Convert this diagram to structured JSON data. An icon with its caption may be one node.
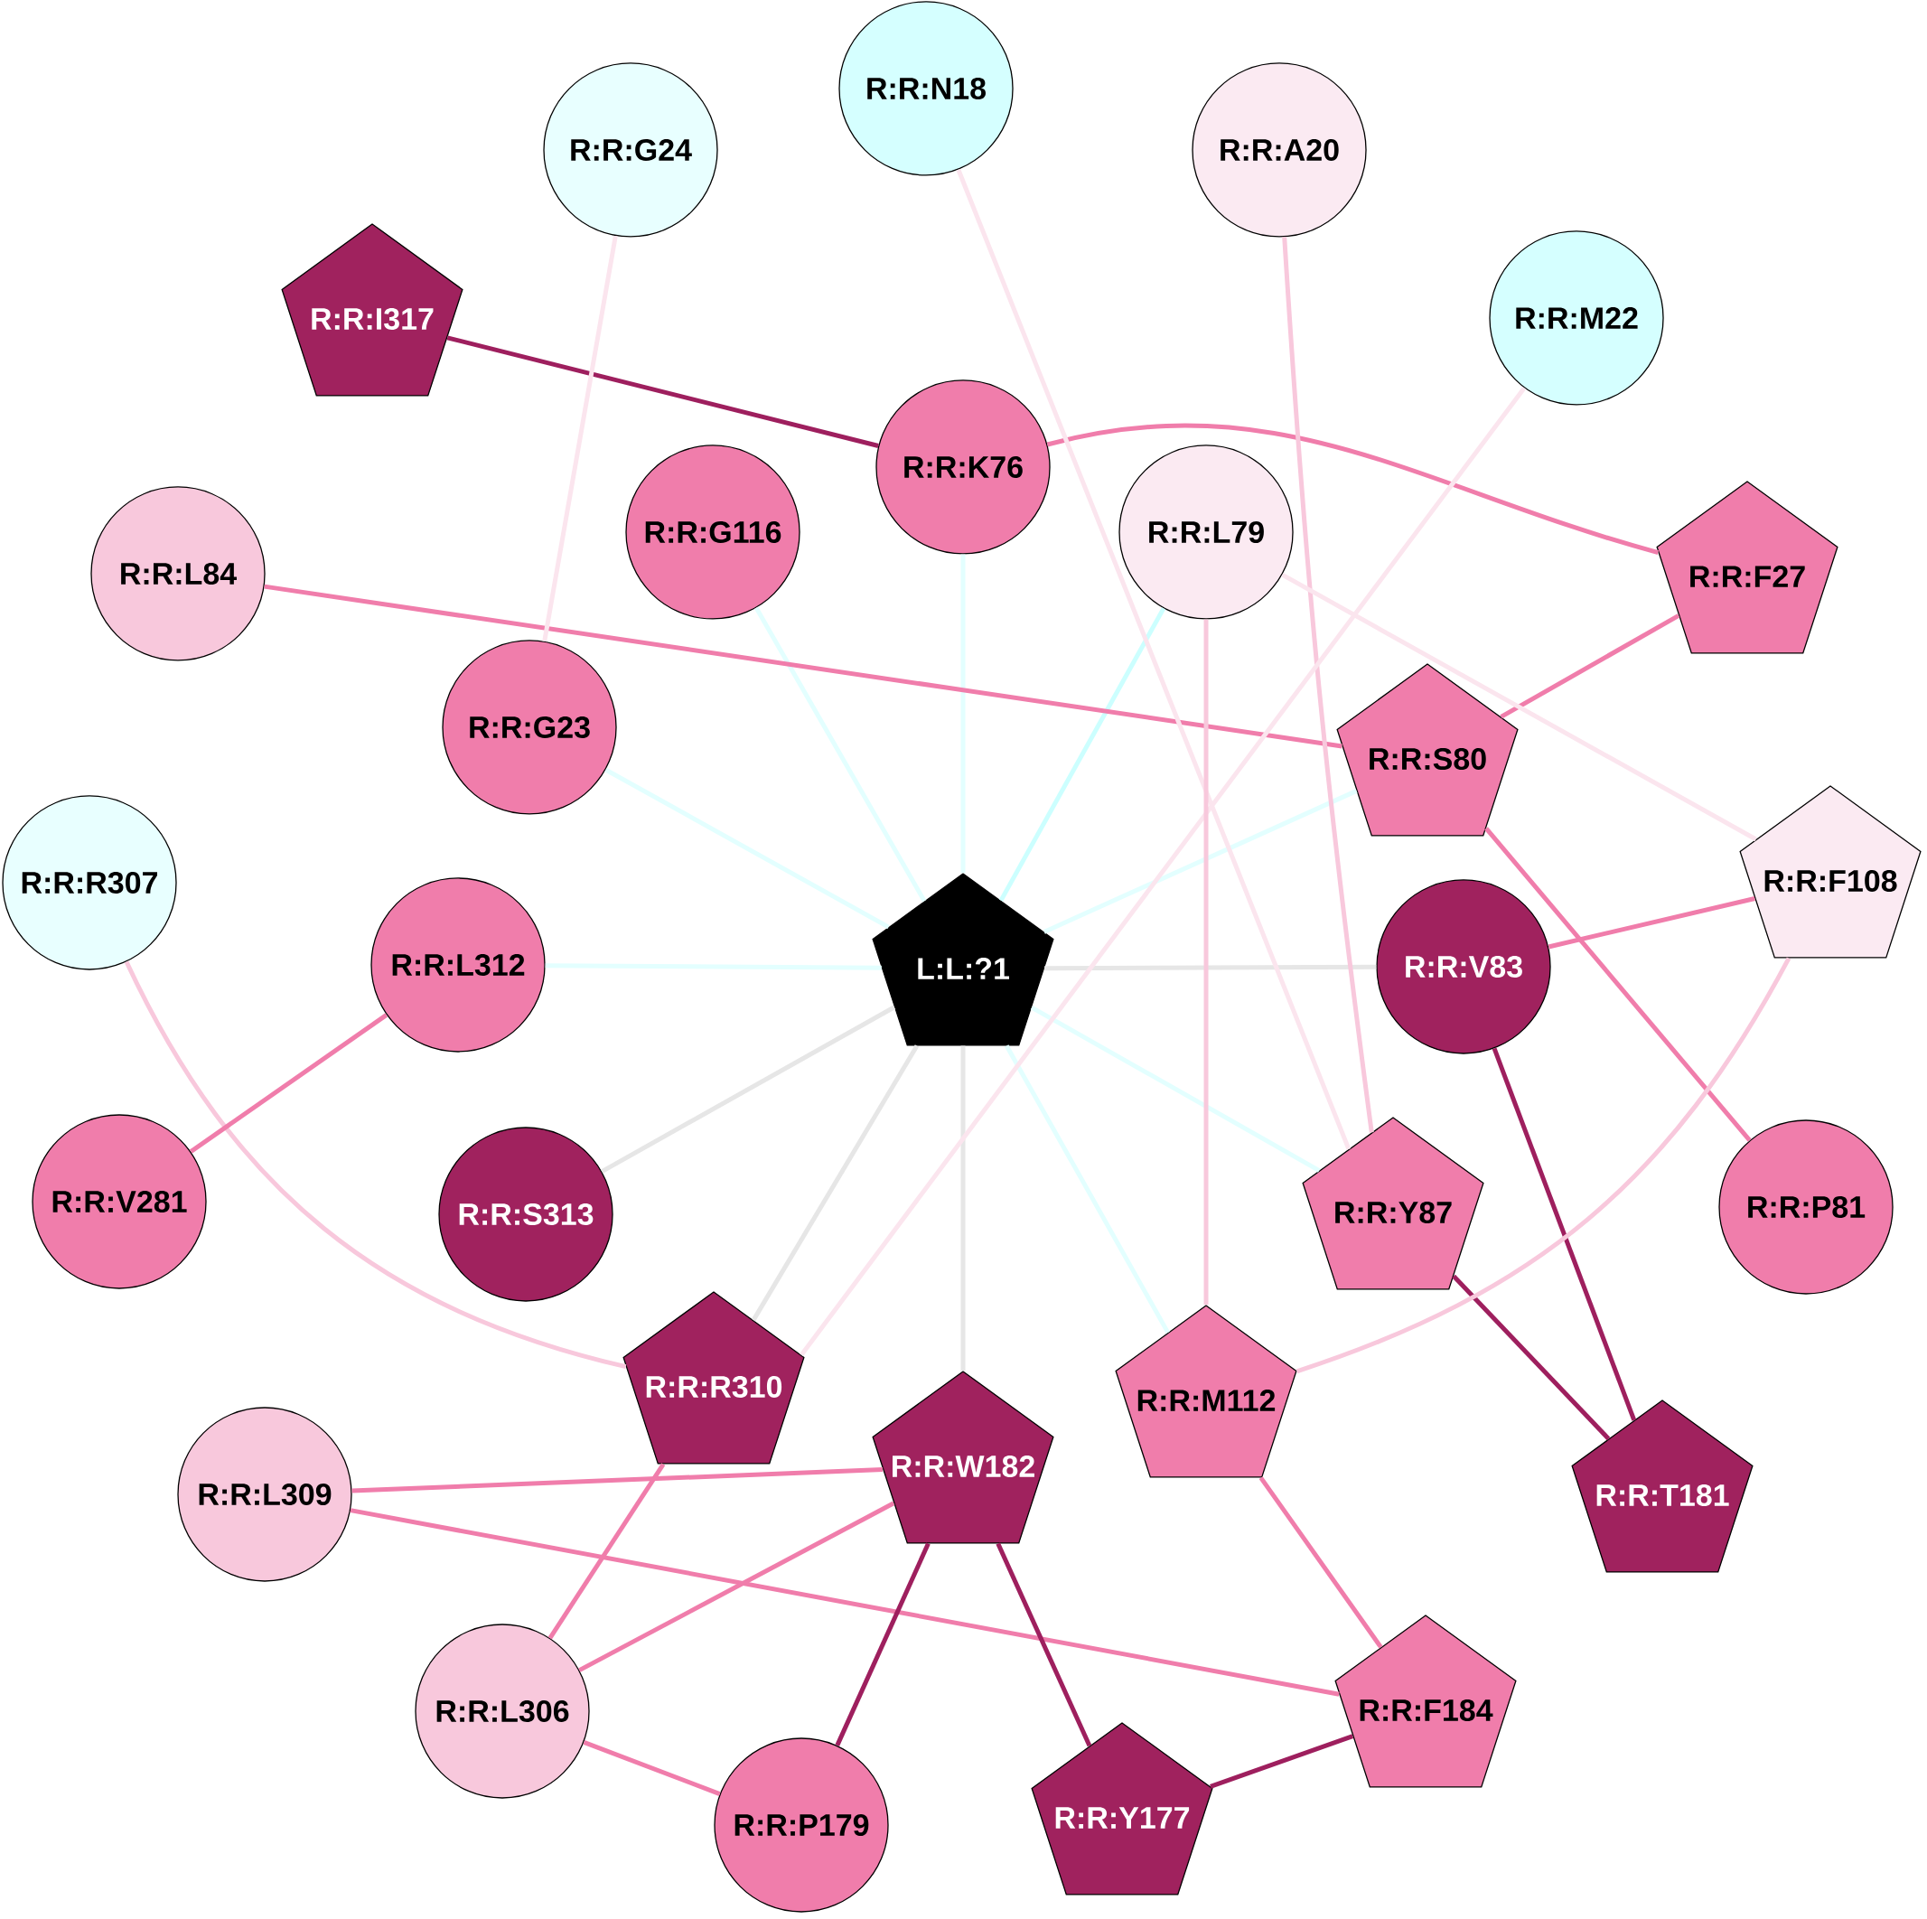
{
  "diagram": {
    "nodes": [
      {
        "text": [
          "L:L:?1"
        ]
      },
      {
        "text": [
          "R:R:N18"
        ]
      },
      {
        "text": [
          "R:R:G24"
        ]
      },
      {
        "text": [
          "R:R:A20"
        ]
      },
      {
        "text": [
          "R:R:M22"
        ]
      },
      {
        "text": [
          "R:R:I317"
        ]
      },
      {
        "text": [
          "R:R:K76"
        ]
      },
      {
        "text": [
          "R:R:G116"
        ]
      },
      {
        "text": [
          "R:R:L79"
        ]
      },
      {
        "text": [
          "R:R:L84"
        ]
      },
      {
        "text": [
          "R:R:F27"
        ]
      },
      {
        "text": [
          "R:R:G23"
        ]
      },
      {
        "text": [
          "R:R:S80"
        ]
      },
      {
        "text": [
          "R:R:R307"
        ]
      },
      {
        "text": [
          "R:R:L312"
        ]
      },
      {
        "text": [
          "R:R:V83"
        ]
      },
      {
        "text": [
          "R:R:F108"
        ]
      },
      {
        "text": [
          "R:R:V281"
        ]
      },
      {
        "text": [
          "R:R:S313"
        ]
      },
      {
        "text": [
          "R:R:Y87"
        ]
      },
      {
        "text": [
          "R:R:P81"
        ]
      },
      {
        "text": [
          "R:R:R310"
        ]
      },
      {
        "text": [
          "R:R:W182"
        ]
      },
      {
        "text": [
          "R:R:M112"
        ]
      },
      {
        "text": [
          "R:R:T181"
        ]
      },
      {
        "text": [
          "R:R:L309"
        ]
      },
      {
        "text": [
          "R:R:L306"
        ]
      },
      {
        "text": [
          "R:R:F184"
        ]
      },
      {
        "text": [
          "R:R:P179"
        ]
      },
      {
        "text": [
          "R:R:Y177"
        ]
      }
    ],
    "edges": [
      {
        "from": 0,
        "to": 6,
        "arrow": "none",
        "color": "#e3ffff"
      },
      {
        "from": 0,
        "to": 7,
        "arrow": "none",
        "color": "#e3ffff"
      },
      {
        "from": 0,
        "to": 8,
        "arrow": "none",
        "color": "#ccffff"
      },
      {
        "from": 0,
        "to": 12,
        "arrow": "none",
        "color": "#e3ffff"
      },
      {
        "from": 0,
        "to": 11,
        "arrow": "none",
        "color": "#e3ffff"
      },
      {
        "from": 0,
        "to": 14,
        "arrow": "none",
        "color": "#e3ffff"
      },
      {
        "from": 0,
        "to": 15,
        "arrow": "none",
        "color": "#e6e6e6"
      },
      {
        "from": 0,
        "to": 18,
        "arrow": "none",
        "color": "#e6e6e6"
      },
      {
        "from": 0,
        "to": 21,
        "arrow": "none",
        "color": "#e6e6e6"
      },
      {
        "from": 0,
        "to": 22,
        "arrow": "none",
        "color": "#e6e6e6"
      },
      {
        "from": 0,
        "to": 23,
        "arrow": "none",
        "color": "#e3ffff"
      },
      {
        "from": 0,
        "to": 19,
        "arrow": "none",
        "color": "#e3ffff"
      },
      {
        "from": 5,
        "to": 6,
        "arrow": "none",
        "color": "#9e1f5e"
      },
      {
        "from": 6,
        "to": 10,
        "arrow": "none"
      },
      {
        "from": 10,
        "to": 12,
        "arrow": "none"
      },
      {
        "from": 9,
        "to": 12,
        "arrow": "none"
      },
      {
        "from": 2,
        "to": 11,
        "arrow": "none",
        "color": "#fbe5ee"
      },
      {
        "from": 1,
        "to": 19,
        "arrow": "none",
        "color": "#fbe5ee"
      },
      {
        "from": 3,
        "to": 19,
        "arrow": "none",
        "color": "#f8c8dc"
      },
      {
        "from": 4,
        "to": 21,
        "arrow": "none",
        "color": "#fbe5ee"
      },
      {
        "from": 8,
        "to": 16,
        "arrow": "none",
        "color": "#fbe5ee"
      },
      {
        "from": 8,
        "to": 23,
        "arrow": "none",
        "color": "#f8c8dc"
      },
      {
        "from": 12,
        "to": 20,
        "arrow": "none"
      },
      {
        "from": 15,
        "to": 16,
        "arrow": "none"
      },
      {
        "from": 15,
        "to": 24,
        "arrow": "none",
        "color": "#9e1f5e"
      },
      {
        "from": 19,
        "to": 24,
        "arrow": "none",
        "color": "#9e1f5e"
      },
      {
        "from": 16,
        "to": 23,
        "arrow": "none",
        "color": "#f8c8dc"
      },
      {
        "from": 13,
        "to": 21,
        "arrow": "none",
        "color": "#f8c8dc"
      },
      {
        "from": 14,
        "to": 17,
        "arrow": "none"
      },
      {
        "from": 25,
        "to": 22,
        "arrow": "none"
      },
      {
        "from": 25,
        "to": 27,
        "arrow": "none"
      },
      {
        "from": 21,
        "to": 26,
        "arrow": "none"
      },
      {
        "from": 22,
        "to": 26,
        "arrow": "none"
      },
      {
        "from": 22,
        "to": 28,
        "arrow": "none",
        "color": "#9e1f5e"
      },
      {
        "from": 22,
        "to": 29,
        "arrow": "none",
        "color": "#9e1f5e"
      },
      {
        "from": 23,
        "to": 27,
        "arrow": "none"
      },
      {
        "from": 27,
        "to": 29,
        "arrow": "none",
        "color": "#9e1f5e"
      },
      {
        "from": 26,
        "to": 28,
        "arrow": "none"
      }
    ]
  }
}
